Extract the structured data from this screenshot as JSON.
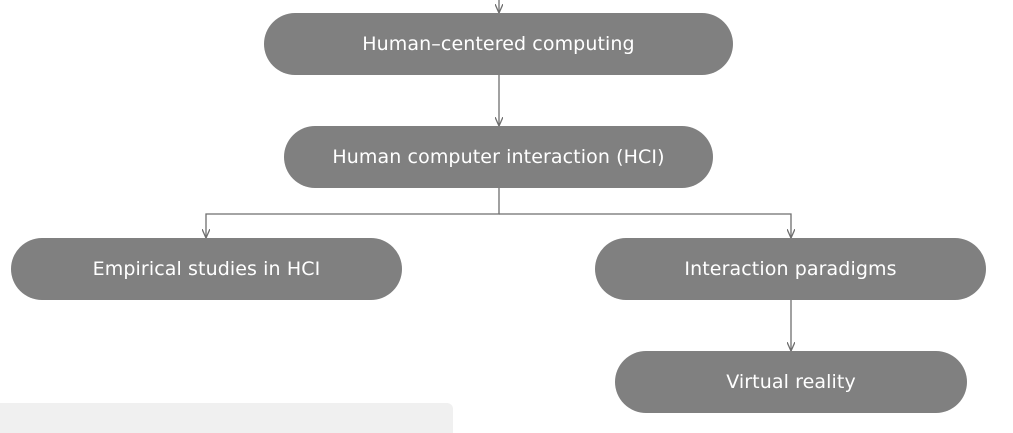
{
  "colors": {
    "node_fill": "#808080",
    "node_text": "#ffffff",
    "connector": "#6e6e6e",
    "panel": "#f0f0f0"
  },
  "nodes": {
    "root": "Human–centered computing",
    "hci": "Human computer interaction (HCI)",
    "empirical": "Empirical studies in HCI",
    "paradigms": "Interaction paradigms",
    "vr": "Virtual reality"
  }
}
